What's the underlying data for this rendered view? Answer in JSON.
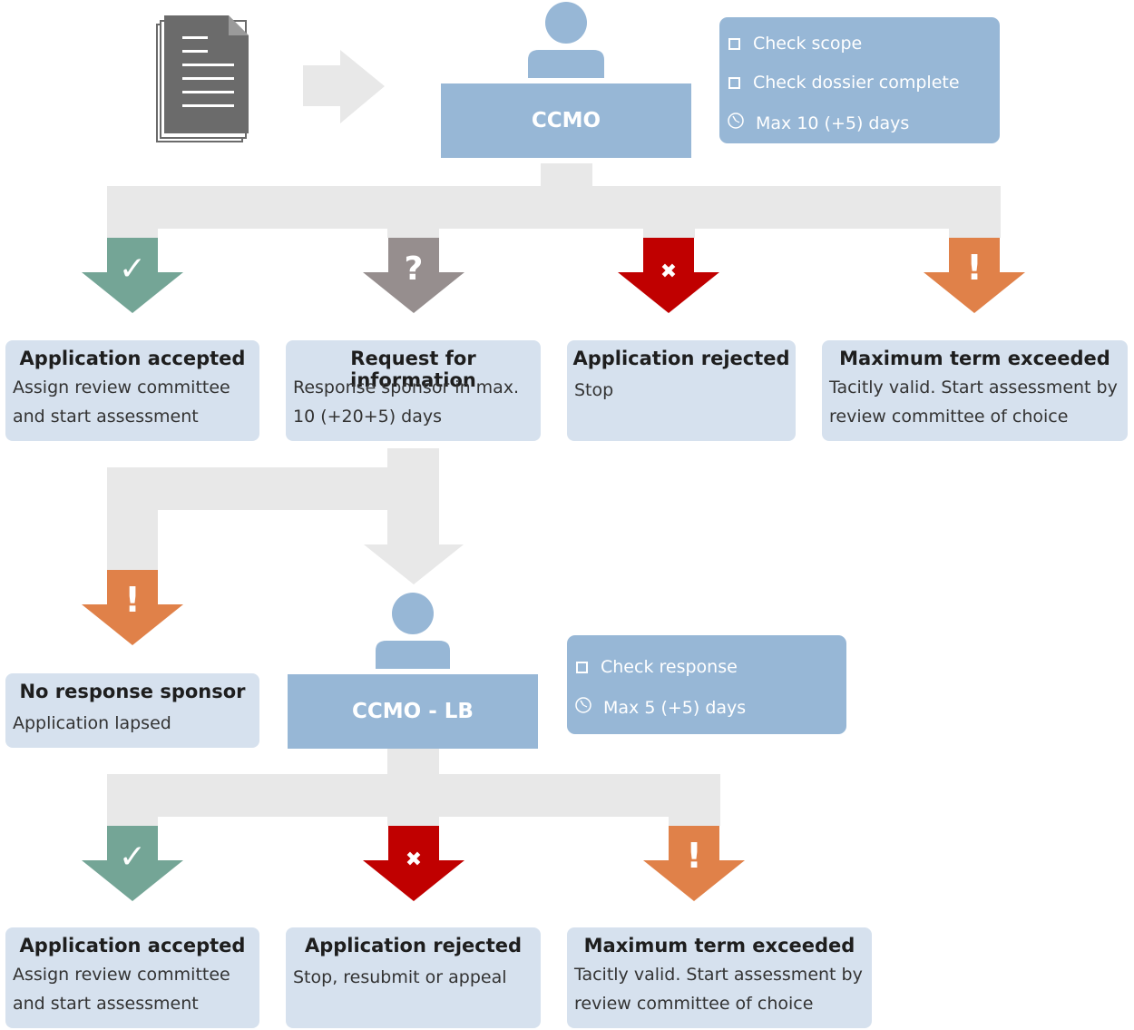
{
  "colors": {
    "connector": "#e8e8e8",
    "role_box": "#97b7d6",
    "result_box": "#d6e1ee",
    "accepted": "#74a596",
    "info": "#968e8e",
    "rejected": "#c00000",
    "exceeded": "#e08149",
    "document": "#6b6b6b"
  },
  "top": {
    "role": "CCMO",
    "checklist": [
      {
        "icon": "checkbox-icon",
        "text": "Check scope"
      },
      {
        "icon": "checkbox-icon",
        "text": "Check dossier complete"
      },
      {
        "icon": "clock-icon",
        "text": "Max 10 (+5) days"
      }
    ],
    "outcomes": [
      {
        "icon": "check-mark-icon",
        "glyph": "✓",
        "status": "accepted",
        "title": "Application accepted",
        "lines": [
          "Assign review committee",
          "and start assessment"
        ]
      },
      {
        "icon": "question-mark-icon",
        "glyph": "?",
        "status": "info",
        "title": "Request for information",
        "lines": [
          "Response sponsor in max.",
          "10 (+20+5) days"
        ]
      },
      {
        "icon": "cross-icon",
        "glyph": "✖",
        "status": "rejected",
        "title": "Application rejected",
        "lines": [
          "Stop"
        ]
      },
      {
        "icon": "exclamation-icon",
        "glyph": "!",
        "status": "exceeded",
        "title": "Maximum term exceeded",
        "lines": [
          "Tacitly valid. Start assessment by",
          "review committee of choice"
        ]
      }
    ]
  },
  "middle": {
    "no_response": {
      "icon": "exclamation-icon",
      "glyph": "!",
      "status": "exceeded",
      "title": "No response sponsor",
      "lines": [
        "Application lapsed"
      ]
    },
    "role": "CCMO - LB",
    "checklist": [
      {
        "icon": "checkbox-icon",
        "text": "Check response"
      },
      {
        "icon": "clock-icon",
        "text": "Max 5 (+5) days"
      }
    ]
  },
  "bottom": {
    "outcomes": [
      {
        "icon": "check-mark-icon",
        "glyph": "✓",
        "status": "accepted",
        "title": "Application accepted",
        "lines": [
          "Assign review committee",
          "and start assessment"
        ]
      },
      {
        "icon": "cross-icon",
        "glyph": "✖",
        "status": "rejected",
        "title": "Application rejected",
        "lines": [
          "Stop, resubmit or appeal"
        ]
      },
      {
        "icon": "exclamation-icon",
        "glyph": "!",
        "status": "exceeded",
        "title": "Maximum term exceeded",
        "lines": [
          "Tacitly valid. Start assessment by",
          "review committee of choice"
        ]
      }
    ]
  }
}
